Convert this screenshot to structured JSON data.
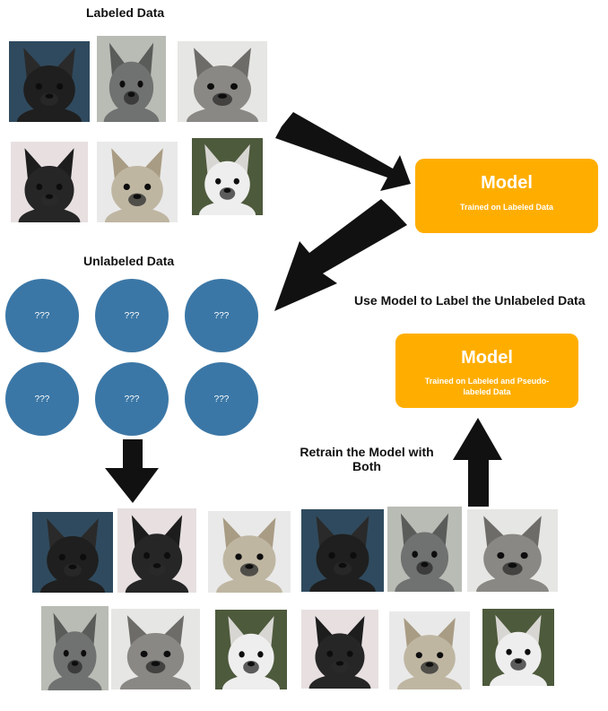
{
  "colors": {
    "model_fill": "#FFAE00",
    "circle_fill": "#3B77A6",
    "arrow_fill": "#111111",
    "text_dark": "#111111"
  },
  "labels": {
    "labeled_data": "Labeled Data",
    "unlabeled_data": "Unlabeled Data",
    "use_model": "Use Model to Label the Unlabeled Data",
    "retrain_line1": "Retrain the Model with",
    "retrain_line2": "Both"
  },
  "model_top": {
    "title": "Model",
    "subtitle": "Trained on Labeled Data"
  },
  "model_bottom": {
    "title": "Model",
    "subtitle_line1": "Trained on Labeled and Pseudo-",
    "subtitle_line2": "labeled Data"
  },
  "unlabeled_circles": [
    "???",
    "???",
    "???",
    "???",
    "???",
    "???"
  ],
  "dog_images": {
    "labeled": [
      {
        "name": "black-frenchie-photo",
        "bg": "#2f4a5e",
        "dog": "#1f1f1f",
        "ear": "#2a2a2a"
      },
      {
        "name": "grey-frenchie-photo",
        "bg": "#b9bcb5",
        "dog": "#6f7270",
        "ear": "#5a5c5a"
      },
      {
        "name": "grey-frenchie-closeup-photo",
        "bg": "#e6e6e4",
        "dog": "#8a8884",
        "ear": "#6e6c69"
      },
      {
        "name": "black-frenchie-pink-bg-photo",
        "bg": "#e7dfe0",
        "dog": "#262626",
        "ear": "#1d1d1d"
      },
      {
        "name": "fawn-frenchie-photo",
        "bg": "#e9e9e9",
        "dog": "#bfb6a2",
        "ear": "#a99c84"
      },
      {
        "name": "white-frenchie-photo",
        "bg": "#4d5a3c",
        "dog": "#eeeeee",
        "ear": "#d8d6d2"
      }
    ],
    "combined_row1": [
      {
        "name": "black-frenchie-photo",
        "bg": "#2f4a5e",
        "dog": "#1f1f1f",
        "ear": "#2a2a2a"
      },
      {
        "name": "black-frenchie-pink-bg-photo",
        "bg": "#e7dfe0",
        "dog": "#262626",
        "ear": "#1d1d1d"
      },
      {
        "name": "fawn-frenchie-photo",
        "bg": "#e9e9e9",
        "dog": "#bfb6a2",
        "ear": "#a99c84"
      },
      {
        "name": "black-frenchie-photo",
        "bg": "#2f4a5e",
        "dog": "#1f1f1f",
        "ear": "#2a2a2a"
      },
      {
        "name": "grey-frenchie-photo",
        "bg": "#b9bcb5",
        "dog": "#6f7270",
        "ear": "#5a5c5a"
      },
      {
        "name": "grey-frenchie-closeup-photo",
        "bg": "#e6e6e4",
        "dog": "#8a8884",
        "ear": "#6e6c69"
      }
    ],
    "combined_row2": [
      {
        "name": "grey-frenchie-photo",
        "bg": "#b9bcb5",
        "dog": "#6f7270",
        "ear": "#5a5c5a"
      },
      {
        "name": "grey-frenchie-closeup-photo",
        "bg": "#e6e6e4",
        "dog": "#8a8884",
        "ear": "#6e6c69"
      },
      {
        "name": "white-frenchie-photo",
        "bg": "#4d5a3c",
        "dog": "#eeeeee",
        "ear": "#d8d6d2"
      },
      {
        "name": "black-frenchie-pink-bg-photo",
        "bg": "#e7dfe0",
        "dog": "#262626",
        "ear": "#1d1d1d"
      },
      {
        "name": "fawn-frenchie-photo",
        "bg": "#e9e9e9",
        "dog": "#bfb6a2",
        "ear": "#a99c84"
      },
      {
        "name": "white-frenchie-photo",
        "bg": "#4d5a3c",
        "dog": "#eeeeee",
        "ear": "#d8d6d2"
      }
    ]
  }
}
